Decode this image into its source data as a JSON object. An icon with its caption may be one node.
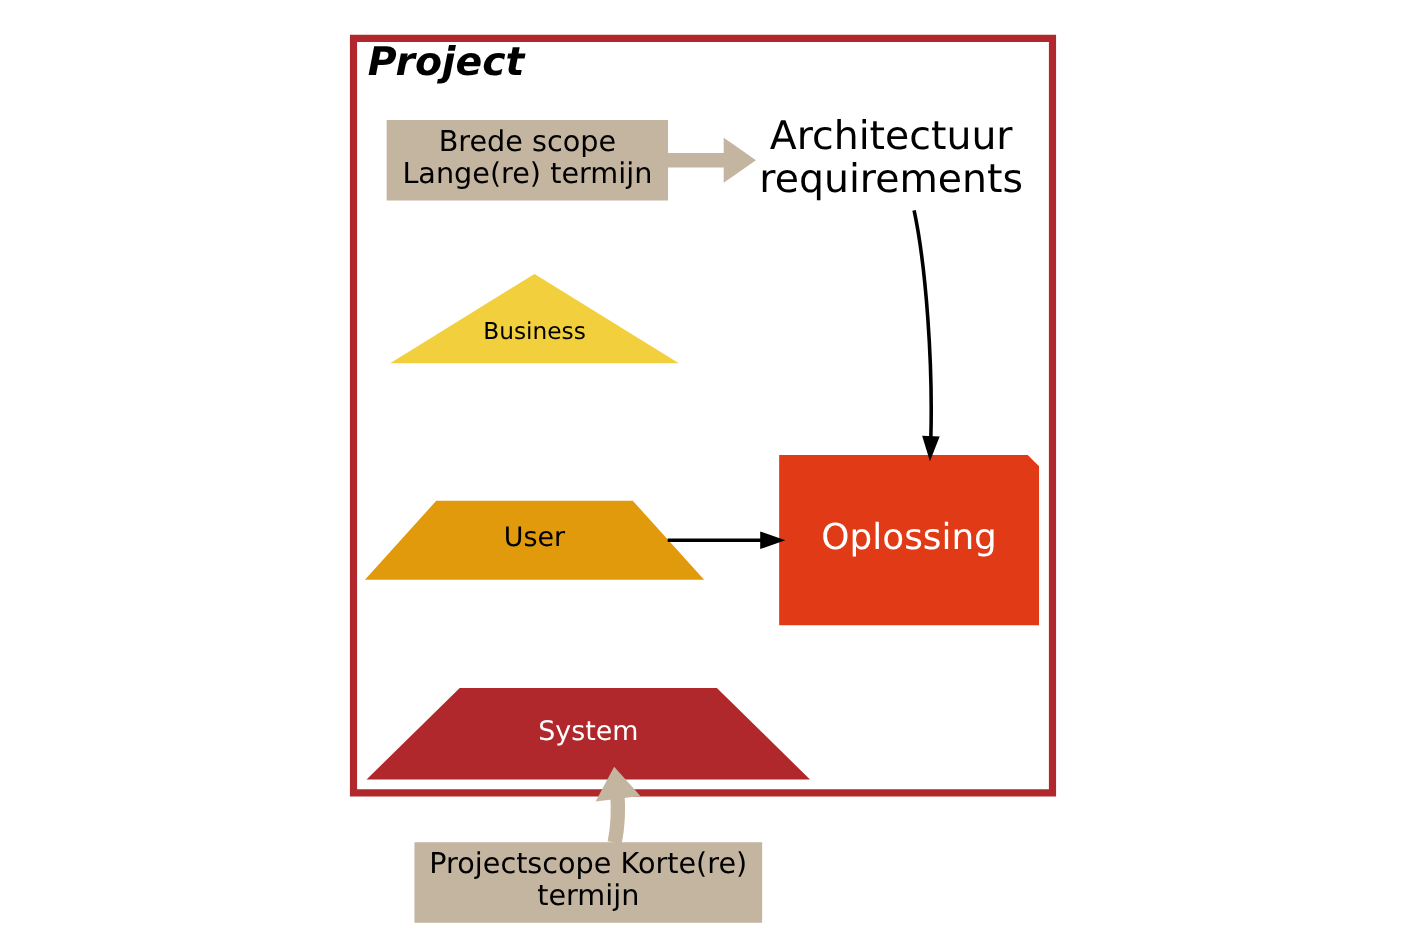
{
  "diagram": {
    "nodes": [
      {
        "text": [
          "Project"
        ]
      },
      {
        "text": [
          "Brede scope Lange(re) termijn"
        ],
        "in": 0
      },
      {
        "text": [
          "Architectuur requirements"
        ],
        "in": 0
      },
      {
        "text": [
          "Business"
        ],
        "in": 0
      },
      {
        "text": [
          "User"
        ],
        "in": 0
      },
      {
        "text": [
          "System"
        ],
        "in": 0
      },
      {
        "text": [
          "Oplossing"
        ],
        "in": 0
      },
      {
        "text": [
          "Projectscope Korte(re) termijn"
        ]
      }
    ],
    "edges": [
      {
        "from": 1,
        "to": 2,
        "arrow": "to",
        "style": "thick",
        "color": "#c4b5a0"
      },
      {
        "from": 2,
        "to": 6,
        "arrow": "to",
        "color": "#000000"
      },
      {
        "from": 4,
        "to": 6,
        "arrow": "to",
        "color": "#000000"
      },
      {
        "from": 7,
        "to": 5,
        "arrow": "to",
        "style": "thick",
        "color": "#c4b5a0"
      }
    ]
  }
}
